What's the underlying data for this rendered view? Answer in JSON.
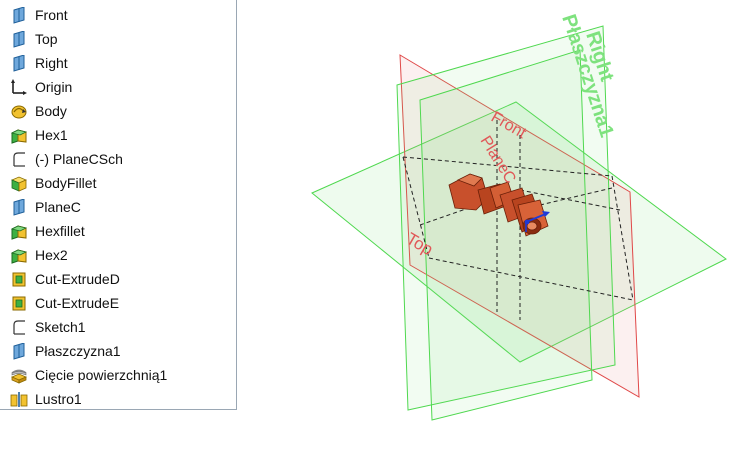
{
  "tree": {
    "items": [
      {
        "label": "Front",
        "icon": "plane-icon"
      },
      {
        "label": "Top",
        "icon": "plane-icon"
      },
      {
        "label": "Right",
        "icon": "plane-icon"
      },
      {
        "label": "Origin",
        "icon": "origin-icon"
      },
      {
        "label": "Body",
        "icon": "revolve-icon"
      },
      {
        "label": "Hex1",
        "icon": "extrude-boss-icon"
      },
      {
        "label": "(-) PlaneCSch",
        "icon": "sketch-icon"
      },
      {
        "label": "BodyFillet",
        "icon": "fillet-icon"
      },
      {
        "label": "PlaneC",
        "icon": "plane-icon"
      },
      {
        "label": "Hexfillet",
        "icon": "extrude-boss-icon"
      },
      {
        "label": "Hex2",
        "icon": "extrude-boss-icon"
      },
      {
        "label": "Cut-ExtrudeD",
        "icon": "cut-extrude-icon"
      },
      {
        "label": "Cut-ExtrudeE",
        "icon": "cut-extrude-icon"
      },
      {
        "label": "Sketch1",
        "icon": "sketch-icon"
      },
      {
        "label": "Płaszczyzna1",
        "icon": "plane-icon"
      },
      {
        "label": "Cięcie powierzchnią1",
        "icon": "surface-cut-icon"
      },
      {
        "label": "Lustro1",
        "icon": "mirror-icon"
      }
    ]
  },
  "viewport": {
    "plane_labels": {
      "right": "Right",
      "plaszczyzna": "Płaszczyzna1",
      "front": "Front",
      "planec": "PlaneC",
      "top": "Top"
    }
  },
  "colors": {
    "green_plane": "#4fd84f",
    "red_plane": "#e04848",
    "part_copper": "#c8502c",
    "origin_blue": "#1f3ad8"
  }
}
